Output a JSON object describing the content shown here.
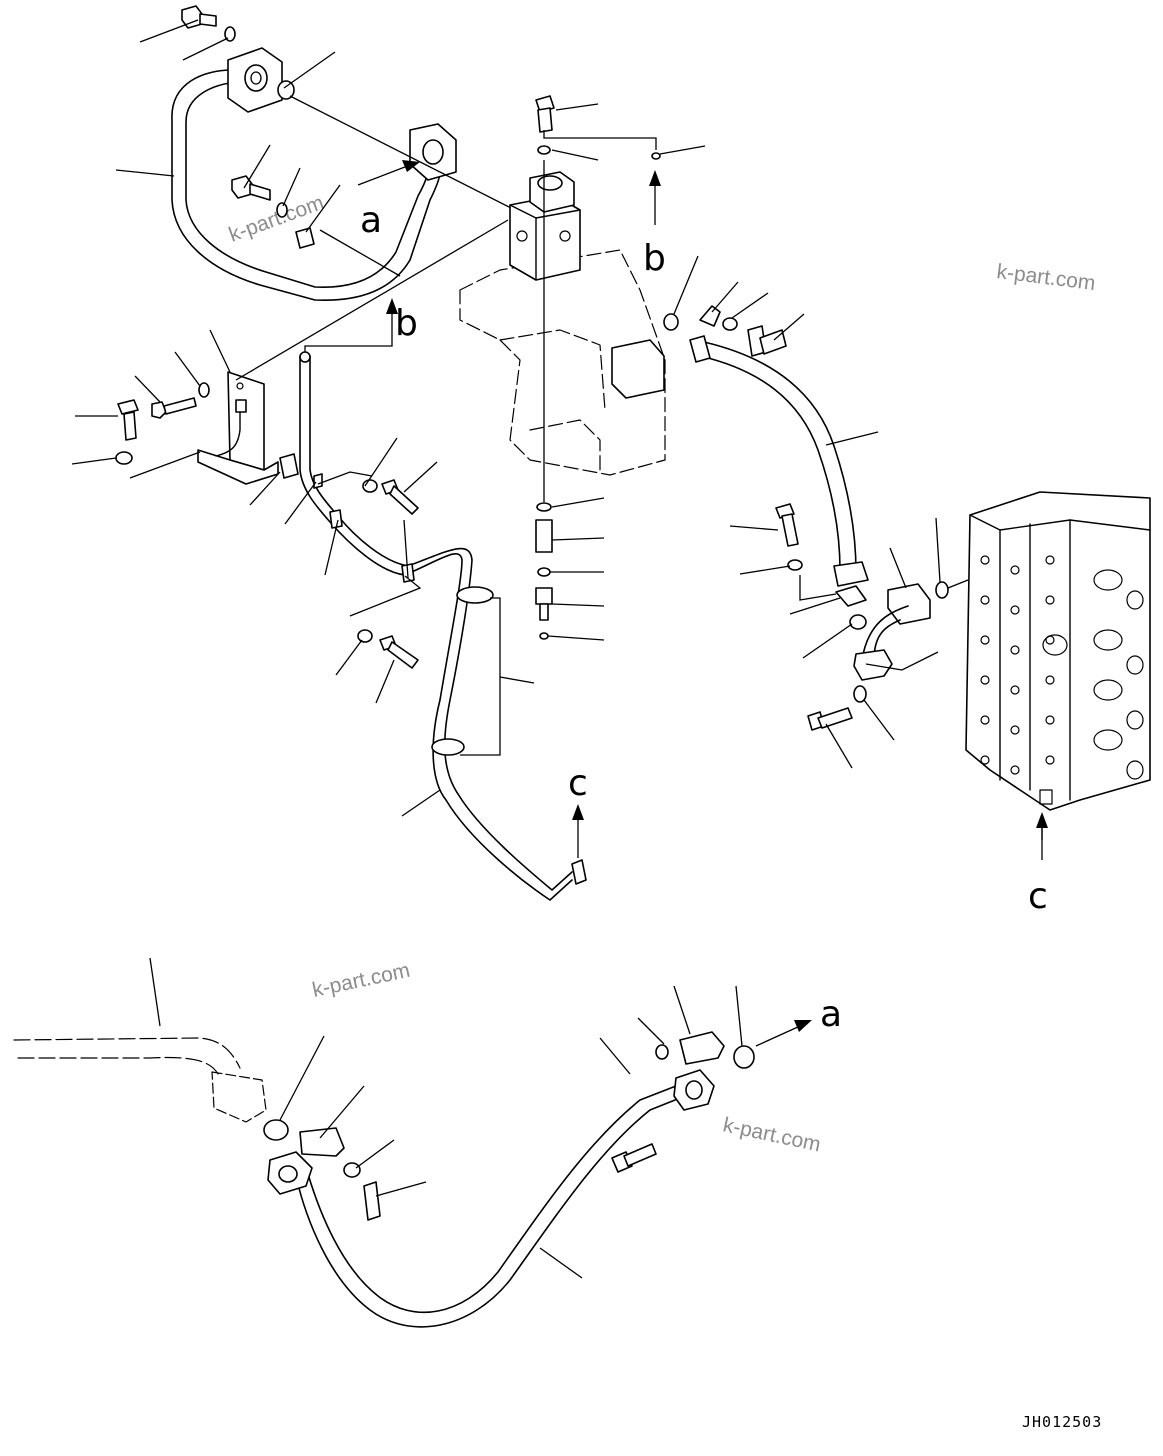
{
  "drawing_code": "JH012503",
  "watermark": "k-part.com",
  "refs": {
    "a": "a",
    "b": "b",
    "c": "c"
  }
}
